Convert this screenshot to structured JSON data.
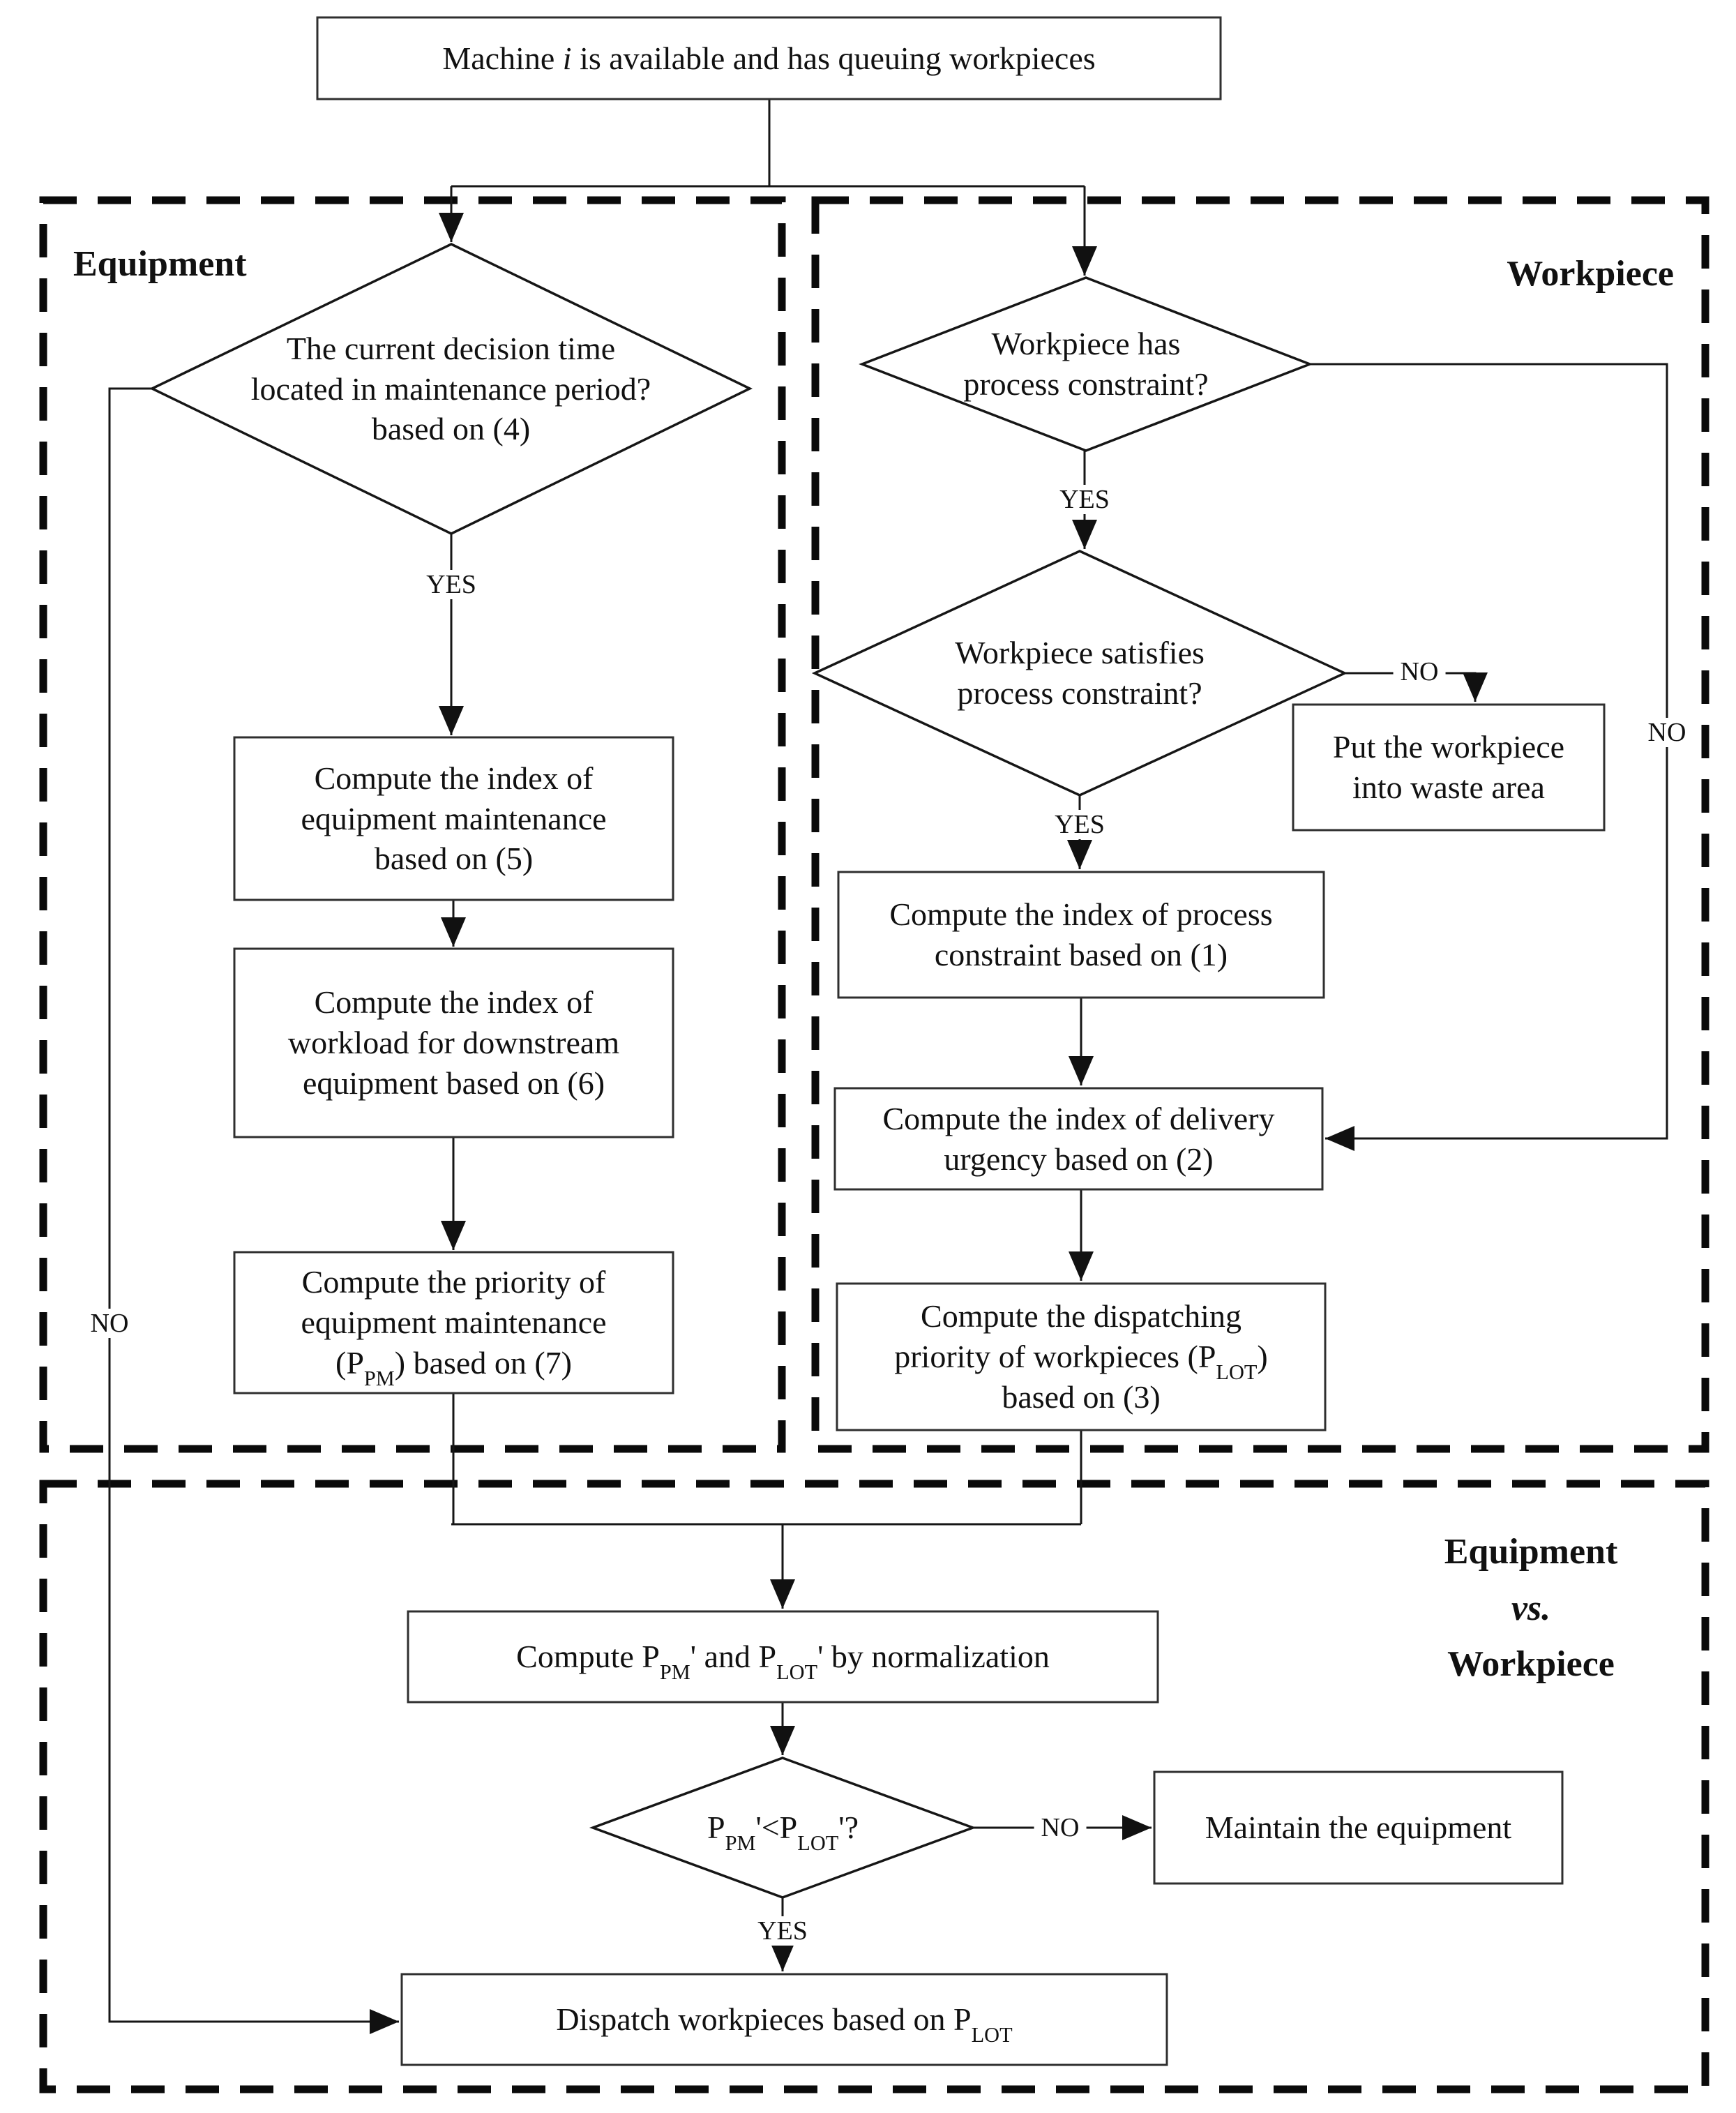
{
  "start": {
    "pre": "Machine ",
    "var": "i",
    "post": " is available and has queuing workpieces"
  },
  "regions": {
    "equipment": "Equipment",
    "workpiece": "Workpiece",
    "versus": {
      "line1": "Equipment",
      "line2": "vs.",
      "line3": "Workpiece"
    }
  },
  "equipment_flow": {
    "decision_maintenance": {
      "line1": "The current decision time",
      "line2": "located in maintenance period?",
      "line3": "based on (4)"
    },
    "yes": "YES",
    "no": "NO",
    "box_maintenance_index": {
      "line1": "Compute the index of",
      "line2": "equipment maintenance",
      "line3": "based on (5)"
    },
    "box_workload_index": {
      "line1": "Compute the index of",
      "line2": "workload for downstream",
      "line3": "equipment based on (6)"
    },
    "box_priority": {
      "line1": "Compute the priority of",
      "line2": "equipment maintenance",
      "line3_pre": "(P",
      "line3_sub": "PM",
      "line3_post": ") based on (7)"
    }
  },
  "workpiece_flow": {
    "decision_has_constraint": {
      "line1": "Workpiece has",
      "line2": "process constraint?"
    },
    "yes1": "YES",
    "no1": "NO",
    "decision_satisfies": {
      "line1": "Workpiece satisfies",
      "line2": "process constraint?"
    },
    "yes2": "YES",
    "no2": "NO",
    "box_waste": {
      "line1": "Put the workpiece",
      "line2": "into waste area"
    },
    "box_process_constraint": {
      "line1": "Compute the index of process",
      "line2": "constraint based on (1)"
    },
    "box_delivery_urgency": {
      "line1": "Compute the index of delivery",
      "line2": "urgency based on (2)"
    },
    "box_dispatch_priority": {
      "line1": "Compute the dispatching",
      "line2_pre": "priority of workpieces (P",
      "line2_sub": "LOT",
      "line2_post": ")",
      "line3": "based on (3)"
    }
  },
  "versus_flow": {
    "box_normalize": {
      "pre": "Compute P",
      "sub1": "PM",
      "mid1": "' and P",
      "sub2": "LOT",
      "mid2": "' by normalization"
    },
    "decision_compare": {
      "pre": "P",
      "sub1": "PM",
      "mid1": "'<P",
      "sub2": "LOT",
      "mid2": "'?"
    },
    "yes": "YES",
    "no": "NO",
    "box_maintain": "Maintain the equipment",
    "box_dispatch": {
      "pre": "Dispatch workpieces based on P",
      "sub": "LOT"
    }
  }
}
